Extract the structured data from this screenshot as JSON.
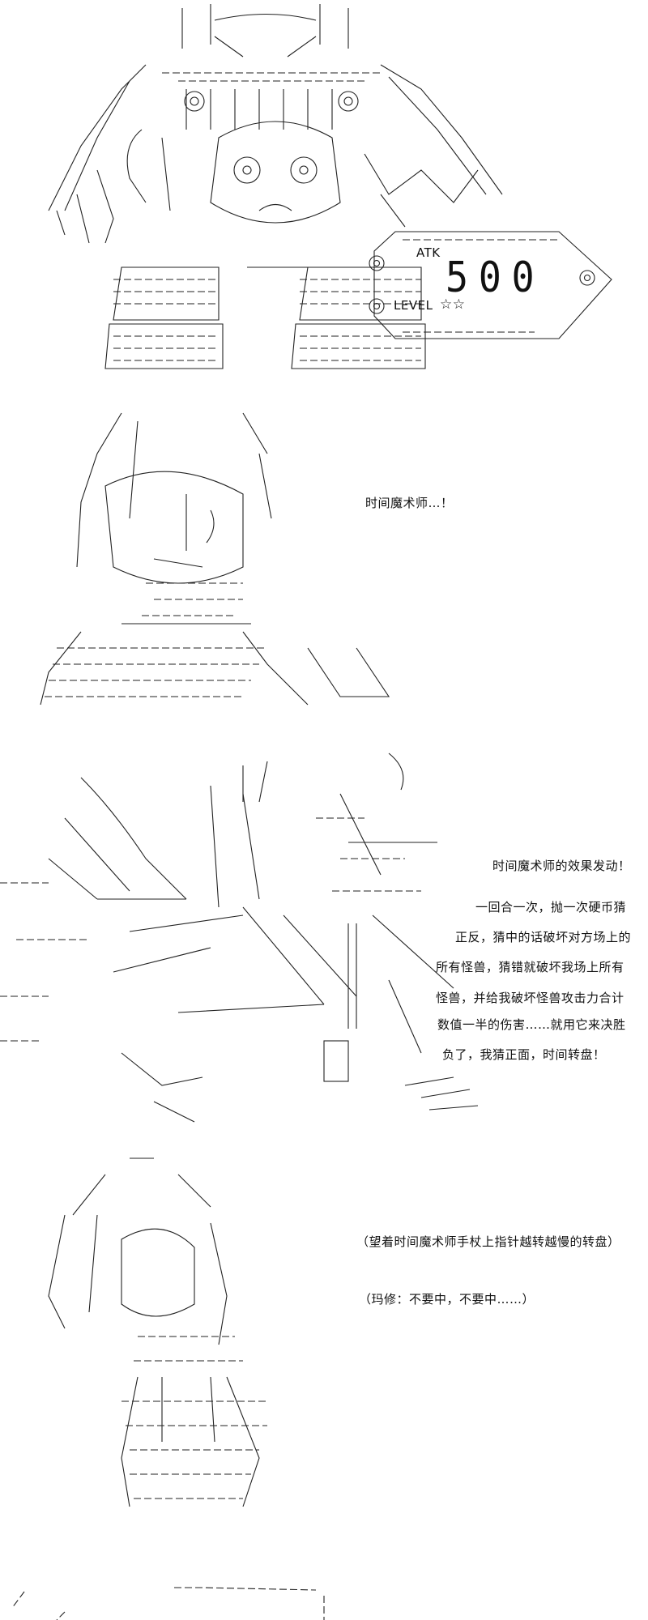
{
  "panel1": {
    "card": {
      "atk_label": "ATK",
      "atk_value": "500",
      "level_label": "LEVEL",
      "level_stars": "☆☆",
      "level": 2
    }
  },
  "panel2": {
    "speech": "时间魔术师…！"
  },
  "panel3": {
    "lines": [
      "时间魔术师的效果发动！",
      "一回合一次，抛一次硬币猜",
      "正反，猜中的话破坏对方场上的",
      "所有怪兽，猜错就破坏我场上所有",
      "怪兽，并给我破坏怪兽攻击力合计",
      "数值一半的伤害……就用它来决胜",
      "负了，我猜正面，时间转盘！"
    ]
  },
  "panel4": {
    "narration": "（望着时间魔术师手杖上指针越转越慢的转盘）",
    "thought": "（玛修：不要中，不要中……）"
  }
}
